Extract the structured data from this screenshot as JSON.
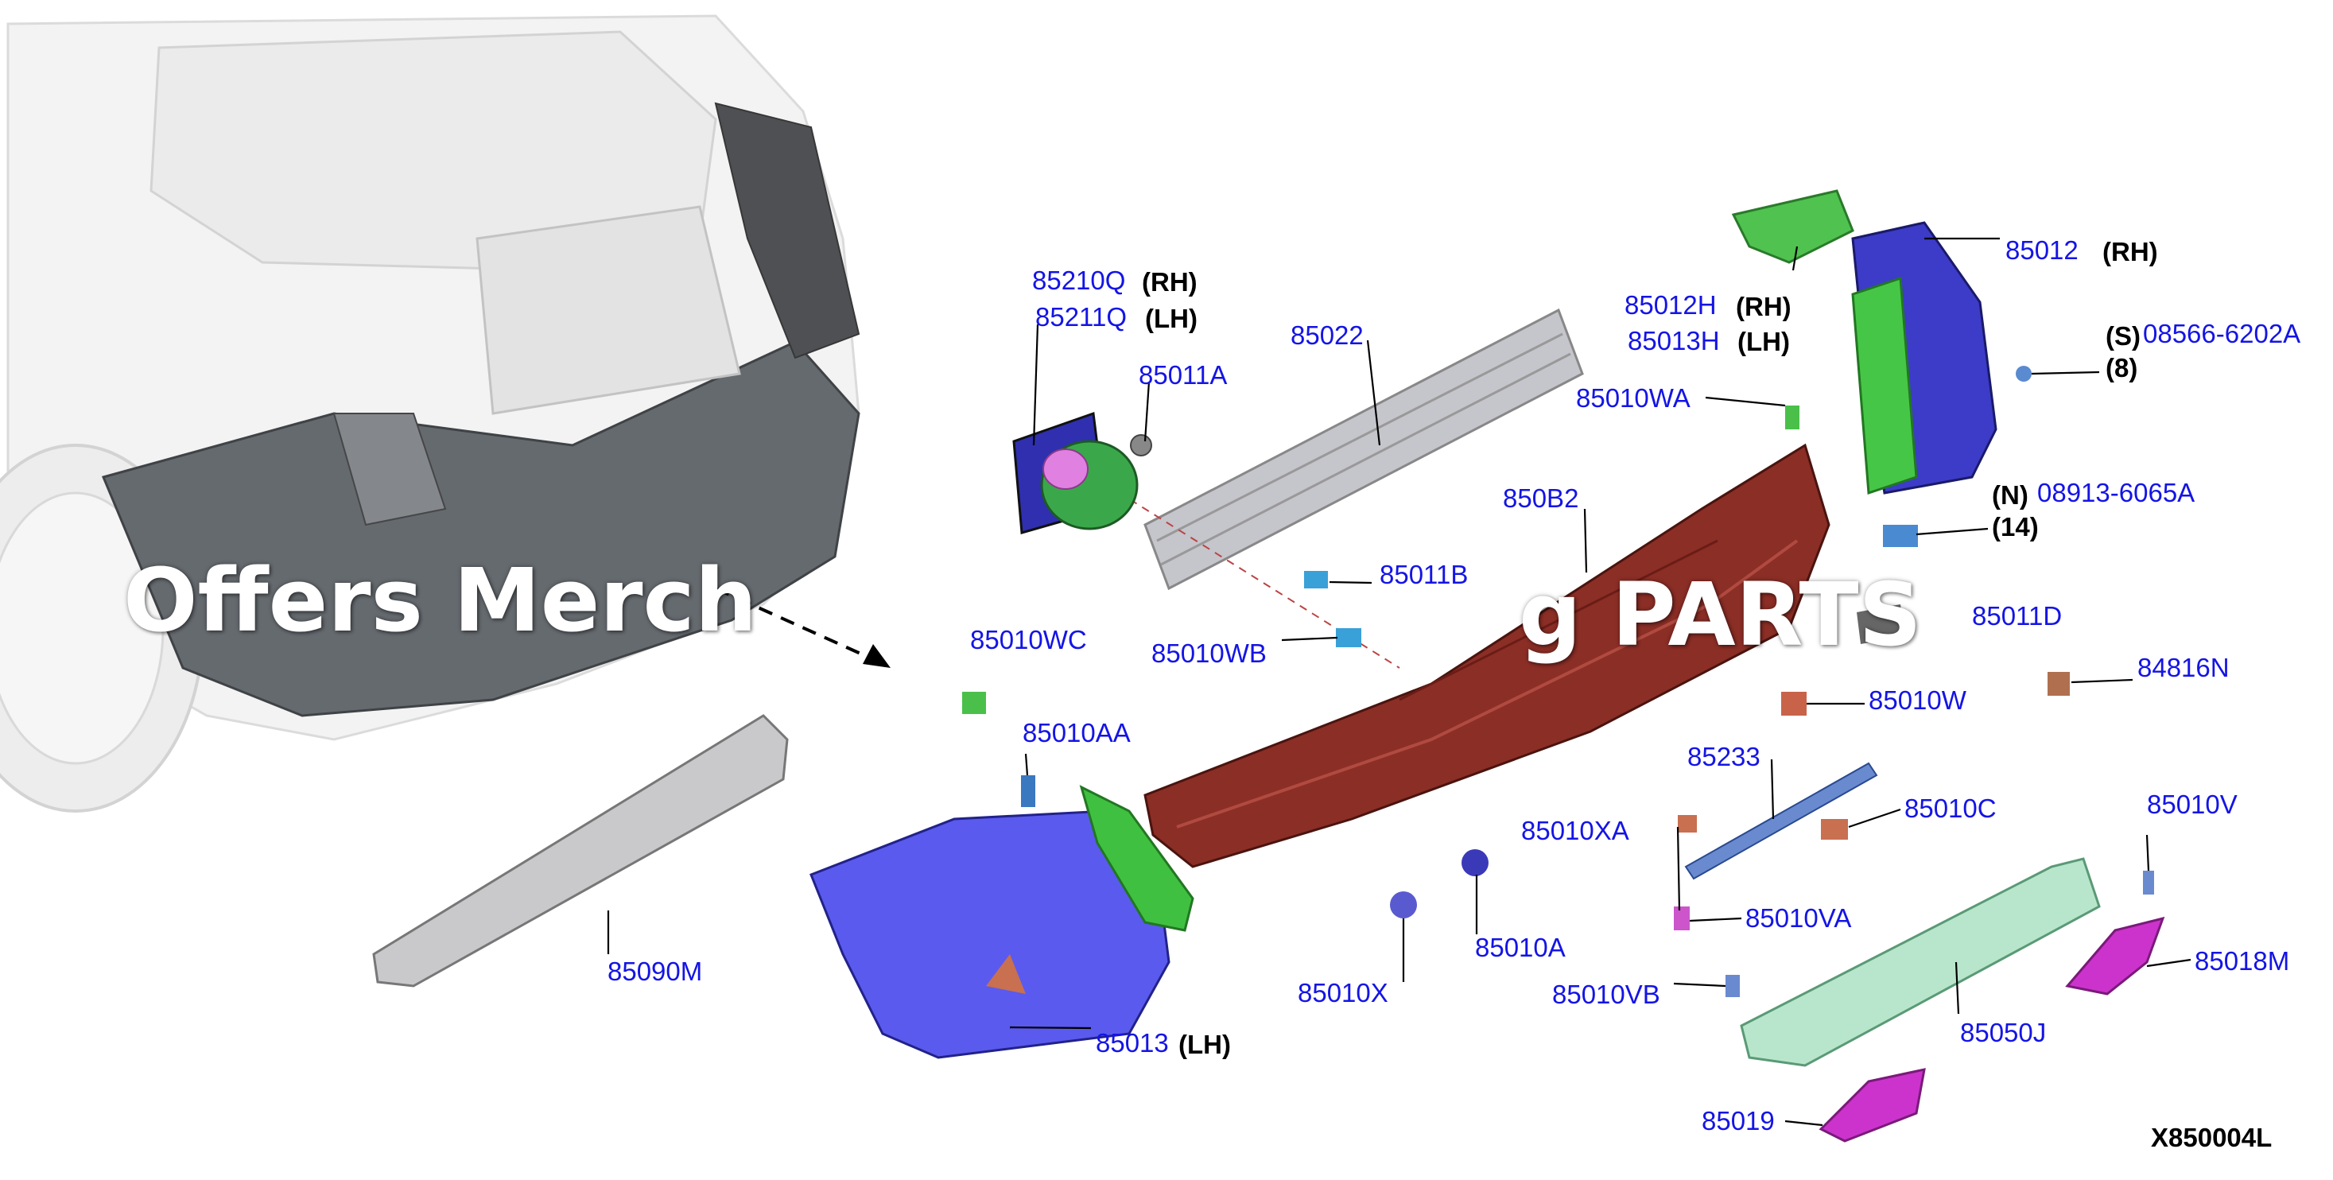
{
  "diagram_code": "X850004L",
  "watermark": {
    "left": "Offers Merch",
    "right": "g PARTS"
  },
  "colors": {
    "label": "#1414e6",
    "bumper": "#8b2e26",
    "reinforcement": "#b8b8c0",
    "cover_side": "#5a5ae8",
    "trim_green": "#3bbf3b",
    "cover_magenta": "#cc33cc",
    "undercover": "#a8e0c0"
  },
  "parts": [
    {
      "code": "85210Q",
      "qualifier": "(RH)"
    },
    {
      "code": "85211Q",
      "qualifier": "(LH)"
    },
    {
      "code": "85022",
      "qualifier": ""
    },
    {
      "code": "85011A",
      "qualifier": ""
    },
    {
      "code": "85012H",
      "qualifier": "(RH)"
    },
    {
      "code": "85013H",
      "qualifier": "(LH)"
    },
    {
      "code": "85012",
      "qualifier": "(RH)"
    },
    {
      "code": "08566-6202A",
      "qualifier": "(S)",
      "qty": "(8)"
    },
    {
      "code": "85010WA",
      "qualifier": ""
    },
    {
      "code": "850B2",
      "qualifier": ""
    },
    {
      "code": "08913-6065A",
      "qualifier": "(N)",
      "qty": "(14)"
    },
    {
      "code": "85011B",
      "qualifier": ""
    },
    {
      "code": "85010WC",
      "qualifier": ""
    },
    {
      "code": "85010WB",
      "qualifier": ""
    },
    {
      "code": "85011D",
      "qualifier": ""
    },
    {
      "code": "85010W",
      "qualifier": ""
    },
    {
      "code": "84816N",
      "qualifier": ""
    },
    {
      "code": "85010AA",
      "qualifier": ""
    },
    {
      "code": "85233",
      "qualifier": ""
    },
    {
      "code": "85010C",
      "qualifier": ""
    },
    {
      "code": "85010XA",
      "qualifier": ""
    },
    {
      "code": "85010V",
      "qualifier": ""
    },
    {
      "code": "85010VA",
      "qualifier": ""
    },
    {
      "code": "85090M",
      "qualifier": ""
    },
    {
      "code": "85010A",
      "qualifier": ""
    },
    {
      "code": "85018M",
      "qualifier": ""
    },
    {
      "code": "85010X",
      "qualifier": ""
    },
    {
      "code": "85010VB",
      "qualifier": ""
    },
    {
      "code": "85050J",
      "qualifier": ""
    },
    {
      "code": "85013",
      "qualifier": "(LH)"
    },
    {
      "code": "85019",
      "qualifier": ""
    }
  ]
}
